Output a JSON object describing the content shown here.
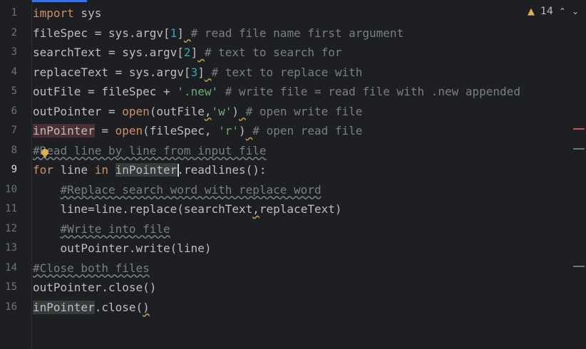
{
  "editor": {
    "line_numbers": [
      "1",
      "2",
      "3",
      "4",
      "5",
      "6",
      "7",
      "8",
      "9",
      "10",
      "11",
      "12",
      "13",
      "14",
      "15",
      "16"
    ],
    "active_line_number": "9",
    "lines": [
      [
        {
          "t": "import",
          "c": "kw"
        },
        {
          "t": " sys",
          "c": ""
        }
      ],
      [
        {
          "t": "fileSpec = sys.argv[",
          "c": ""
        },
        {
          "t": "1",
          "c": "num"
        },
        {
          "t": "]",
          "c": ""
        },
        {
          "t": " ",
          "c": "squig"
        },
        {
          "t": "# read file name first argument",
          "c": "cm"
        }
      ],
      [
        {
          "t": "searchText = sys.argv[",
          "c": ""
        },
        {
          "t": "2",
          "c": "num"
        },
        {
          "t": "]",
          "c": ""
        },
        {
          "t": " ",
          "c": "squig"
        },
        {
          "t": "# text to search for",
          "c": "cm"
        }
      ],
      [
        {
          "t": "replaceText = sys.argv[",
          "c": ""
        },
        {
          "t": "3",
          "c": "num"
        },
        {
          "t": "]",
          "c": ""
        },
        {
          "t": " ",
          "c": "squig"
        },
        {
          "t": "# text to replace with",
          "c": "cm"
        }
      ],
      [
        {
          "t": "outFile = fileSpec + ",
          "c": ""
        },
        {
          "t": "'.new'",
          "c": "str"
        },
        {
          "t": " ",
          "c": ""
        },
        {
          "t": "# write file = read file with .new appended",
          "c": "cm"
        }
      ],
      [
        {
          "t": "outPointer = ",
          "c": ""
        },
        {
          "t": "open",
          "c": "kw"
        },
        {
          "t": "(outFile",
          "c": ""
        },
        {
          "t": ",",
          "c": "squig"
        },
        {
          "t": "'w'",
          "c": "str"
        },
        {
          "t": ")",
          "c": ""
        },
        {
          "t": " ",
          "c": "squig"
        },
        {
          "t": "# open write file",
          "c": "cm"
        }
      ],
      [
        {
          "t": "inPointer",
          "c": "hlred"
        },
        {
          "t": " = ",
          "c": ""
        },
        {
          "t": "open",
          "c": "kw"
        },
        {
          "t": "(fileSpec, ",
          "c": ""
        },
        {
          "t": "'r'",
          "c": "str"
        },
        {
          "t": ")",
          "c": ""
        },
        {
          "t": " ",
          "c": "squig"
        },
        {
          "t": "# open read file",
          "c": "cm"
        }
      ],
      [
        {
          "t": "#Read line by line from input file",
          "c": "cm wavy"
        }
      ],
      [
        {
          "t": "for",
          "c": "kw"
        },
        {
          "t": " line ",
          "c": ""
        },
        {
          "t": "in",
          "c": "kw"
        },
        {
          "t": " ",
          "c": ""
        },
        {
          "t": "inPointer",
          "c": "hl"
        },
        {
          "t": ".readlines():",
          "c": ""
        }
      ],
      [
        {
          "t": "    ",
          "c": ""
        },
        {
          "t": "#Replace search word with replace word",
          "c": "cm wavy"
        }
      ],
      [
        {
          "t": "    line=line.replace(searchText",
          "c": ""
        },
        {
          "t": ",",
          "c": "squig"
        },
        {
          "t": "replaceText)",
          "c": ""
        }
      ],
      [
        {
          "t": "    ",
          "c": ""
        },
        {
          "t": "#Write into file",
          "c": "cm wavy"
        }
      ],
      [
        {
          "t": "    outPointer.write(line)",
          "c": ""
        }
      ],
      [
        {
          "t": "#Close both files",
          "c": "cm wavy"
        }
      ],
      [
        {
          "t": "outPointer.close()",
          "c": ""
        }
      ],
      [
        {
          "t": "inPointer",
          "c": "hl"
        },
        {
          "t": ".close(",
          "c": ""
        },
        {
          "t": ")",
          "c": "squig"
        }
      ]
    ]
  },
  "inspection": {
    "warning_count": "14",
    "icon": "warning-triangle-icon"
  },
  "colors": {
    "keyword": "#cf8e6d",
    "number": "#2aacb8",
    "string": "#6aab73",
    "comment": "#7a7e85",
    "warning": "#e0b04c",
    "progress": "#3574f0"
  },
  "scrollbar_marks": [
    {
      "line": 7,
      "color": "#c75450"
    },
    {
      "line": 8,
      "color": "#5f826b"
    },
    {
      "line": 14,
      "color": "#5f826b"
    }
  ]
}
